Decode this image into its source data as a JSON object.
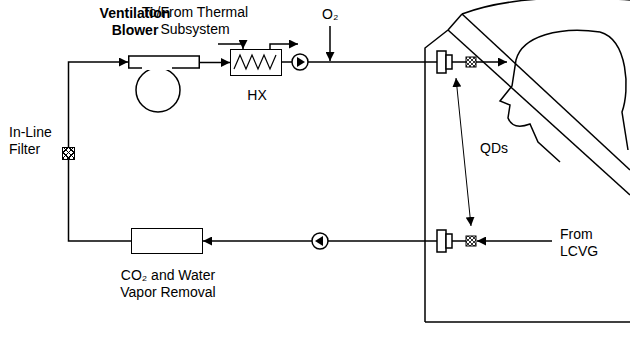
{
  "diagram": {
    "nodes": [
      {
        "text": [
          "Ventilation Blower"
        ]
      },
      {
        "text": [
          "HX"
        ]
      },
      {
        "text": [
          "In-Line Filter"
        ]
      },
      {
        "text": [
          "CO₂ and Water Vapor Removal"
        ]
      }
    ],
    "edges": [
      {
        "from": 0,
        "to": 1,
        "arrow": "to"
      },
      {
        "from": 2,
        "to": 0,
        "arrow": "to"
      },
      {
        "from": 3,
        "to": 2,
        "arrow": "none"
      }
    ],
    "labels": [
      "To/From Thermal Subsystem",
      "O₂",
      "QDs",
      "From LCVG"
    ]
  }
}
